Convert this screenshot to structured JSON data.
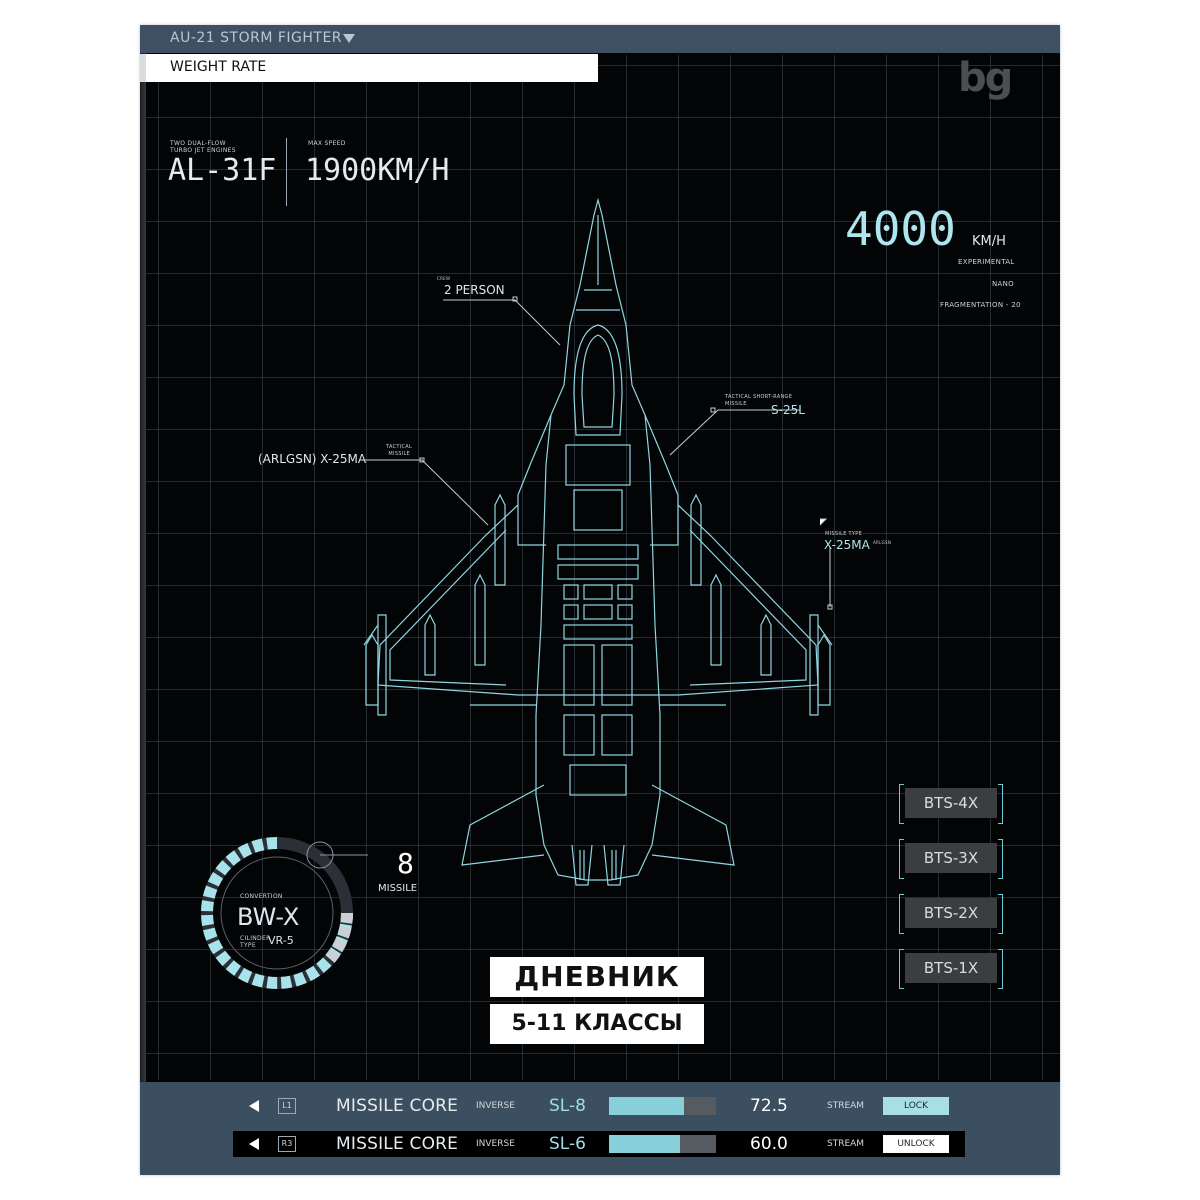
{
  "header": {
    "title": "AU-21 STORM FIGHTER",
    "weight_label": "WEIGHT RATE",
    "logo": "bg"
  },
  "specs": {
    "engine_caption_1": "TWO DUAL-FLOW",
    "engine_caption_2": "TURBO JET ENGINES",
    "engine_value": "AL-31F",
    "speed_caption": "MAX SPEED",
    "speed_value": "1900KM/H",
    "top_value": "4000",
    "top_unit": "KM/H",
    "note_1": "EXPERIMENTAL",
    "note_2": "NANO",
    "note_3": "FRAGMENTATION - 20"
  },
  "callouts": {
    "crew_small": "CREW",
    "crew": "2 PERSON",
    "left_missile_small_1": "TACTICAL",
    "left_missile_small_2": "MISSILE",
    "left_missile": "(ARLGSN) X-25MA",
    "short_range_small_1": "TACTICAL SHORT-RANGE",
    "short_range_small_2": "MISSILE",
    "short_range": "S-25L",
    "missile_type_small": "MISSILE TYPE",
    "missile_type": "X-25MA",
    "missile_type_sup": "ARLGSN"
  },
  "gauge": {
    "caption": "CONVERTION",
    "value": "BW-X",
    "sub_caption_1": "CILINDER",
    "sub_caption_2": "TYPE",
    "sub_value": "VR-5",
    "missile_count": "8",
    "missile_label": "MISSILE"
  },
  "buttons": [
    "BTS-4X",
    "BTS-3X",
    "BTS-2X",
    "BTS-1X"
  ],
  "label": {
    "title": "ДНЕВНИК",
    "subtitle": "5-11 КЛАССЫ"
  },
  "rows": [
    {
      "code": "L1",
      "name": "MISSILE CORE",
      "mode": "INVERSE",
      "sl": "SL-8",
      "level": 0.7,
      "value": "72.5",
      "stream": "STREAM",
      "status": "LOCK",
      "status_color": "#a8dfe7"
    },
    {
      "code": "R3",
      "name": "MISSILE CORE",
      "mode": "INVERSE",
      "sl": "SL-6",
      "level": 0.66,
      "value": "60.0",
      "stream": "STREAM",
      "status": "UNLOCK",
      "status_color": "#ffffff"
    }
  ],
  "colors": {
    "background": "#030405",
    "accent_cyan": "#aee6f0",
    "panel": "#3c4f60",
    "blueprint_line": "#8fd6e2"
  }
}
